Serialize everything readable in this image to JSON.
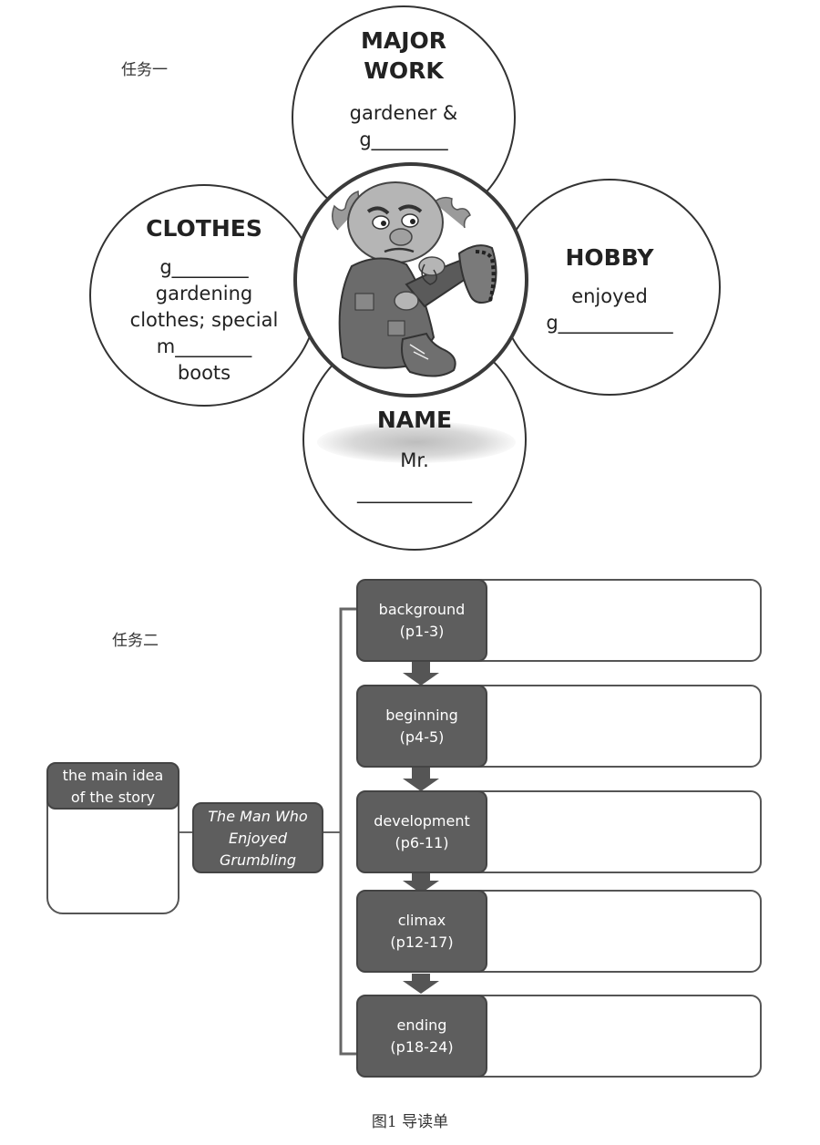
{
  "task1": {
    "label": "任务一",
    "major_work": {
      "title_line1": "MAJOR",
      "title_line2": "WORK",
      "line1": "gardener &",
      "line2": "g________"
    },
    "clothes": {
      "title": "CLOTHES",
      "line1": "g________",
      "line2": "gardening",
      "line3": "clothes; special",
      "line4": "m________",
      "line5": "boots"
    },
    "hobby": {
      "title": "HOBBY",
      "line1": "enjoyed",
      "line2": "g____________"
    },
    "name": {
      "title": "NAME",
      "line1": "Mr.",
      "line2": "____________"
    }
  },
  "task2": {
    "label": "任务二",
    "main_idea_label_line1": "the main idea",
    "main_idea_label_line2": "of the story",
    "story_title_line1": "The Man Who",
    "story_title_line2": "Enjoyed",
    "story_title_line3": "Grumbling",
    "stages": [
      {
        "name": "background",
        "pages": "(p1-3)"
      },
      {
        "name": "beginning",
        "pages": "(p4-5)"
      },
      {
        "name": "development",
        "pages": "(p6-11)"
      },
      {
        "name": "climax",
        "pages": "(p12-17)"
      },
      {
        "name": "ending",
        "pages": "(p18-24)"
      }
    ]
  },
  "caption": "图1  导读单"
}
